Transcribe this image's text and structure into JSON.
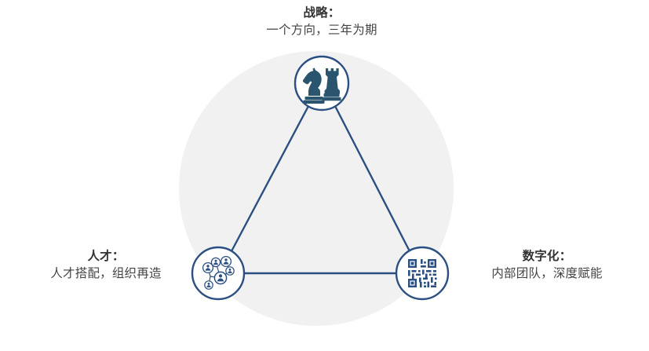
{
  "diagram": {
    "type": "triangle-framework",
    "background_circle_color": "#f1f1f1",
    "accent_color": "#2b4f82",
    "node_fill_color": "#ffffff",
    "text_color": "#3a3a3a",
    "nodes": [
      {
        "id": "strategy",
        "icon": "chess-pieces-icon",
        "title": "战略：",
        "subtitle": "一个方向，三年为期",
        "position": "top"
      },
      {
        "id": "talent",
        "icon": "people-network-icon",
        "title": "人才：",
        "subtitle": "人才搭配，组织再造",
        "position": "bottom-left"
      },
      {
        "id": "digital",
        "icon": "qr-code-icon",
        "title": "数字化：",
        "subtitle": "内部团队，深度赋能",
        "position": "bottom-right"
      }
    ],
    "edges": [
      {
        "from": "strategy",
        "to": "talent"
      },
      {
        "from": "strategy",
        "to": "digital"
      },
      {
        "from": "talent",
        "to": "digital"
      }
    ]
  }
}
